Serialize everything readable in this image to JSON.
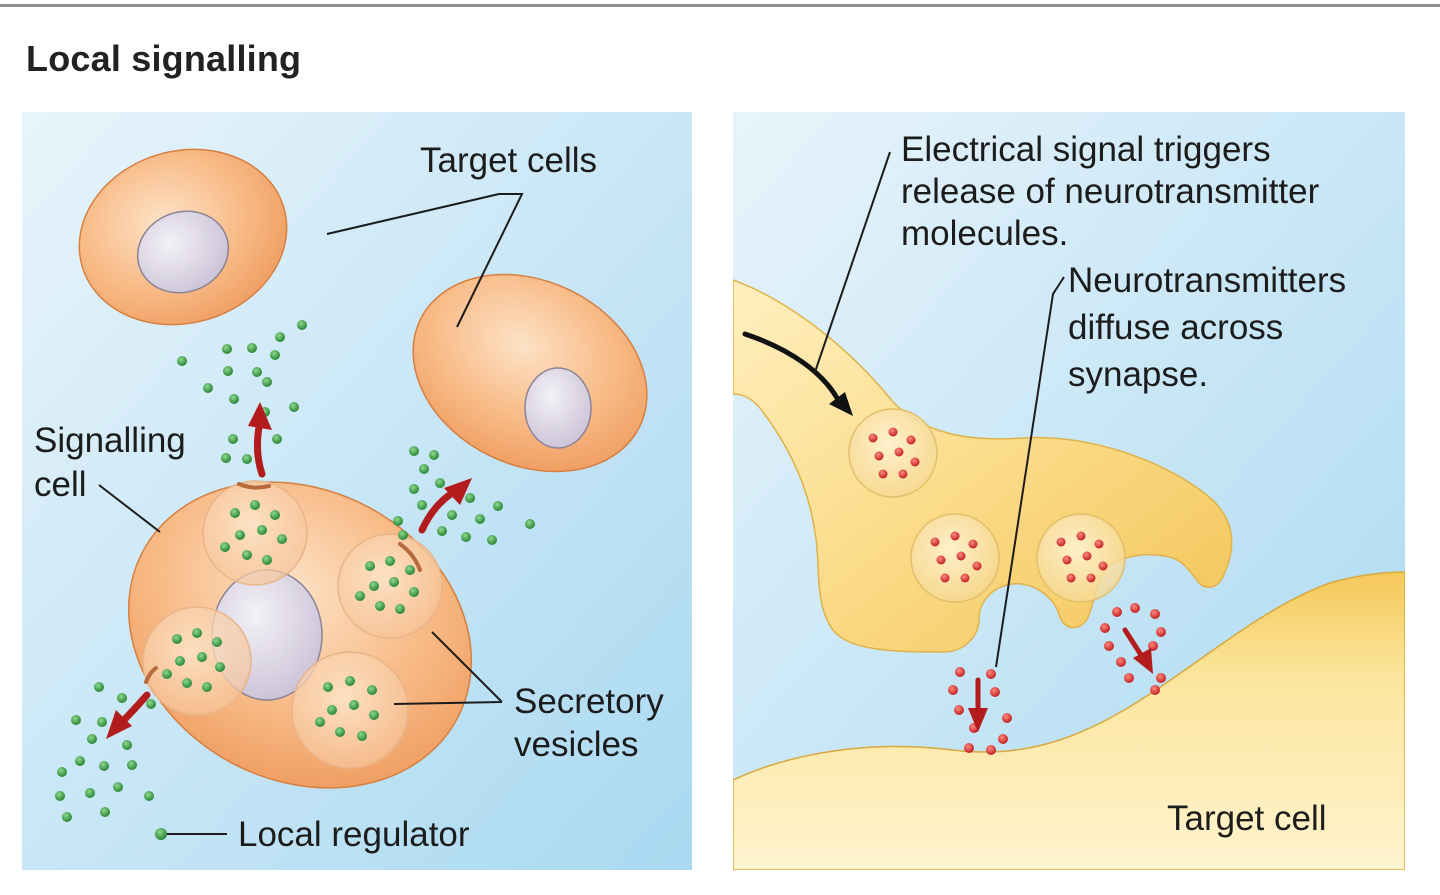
{
  "figure": {
    "title": "Local signalling"
  },
  "left_panel": {
    "labels": {
      "target_cells": "Target cells",
      "signalling_cell_line1": "Signalling",
      "signalling_cell_line2": "cell",
      "secretory_vesicles_line1": "Secretory",
      "secretory_vesicles_line2": "vesicles",
      "local_regulator": "Local regulator"
    },
    "colors": {
      "background_light": "#e6f3fb",
      "background_dark": "#a8d8f0",
      "cell_fill": "#f6b27a",
      "nucleus_fill": "#dcd6e6",
      "regulator_dot": "#4caf50",
      "arrow": "#b41e1e"
    }
  },
  "right_panel": {
    "labels": {
      "electrical_signal_line1": "Electrical signal triggers",
      "electrical_signal_line2": "release of neurotransmitter",
      "electrical_signal_line3": "molecules.",
      "neurotransmitters_line1": "Neurotransmitters",
      "neurotransmitters_line2": "diffuse across",
      "neurotransmitters_line3": "synapse.",
      "target_cell": "Target cell"
    },
    "colors": {
      "background_light": "#e6f3fb",
      "background_dark": "#a8d8f0",
      "neuron_fill": "#f8d576",
      "neurotransmitter_dot": "#d32f2f",
      "arrow": "#b41e1e"
    }
  }
}
